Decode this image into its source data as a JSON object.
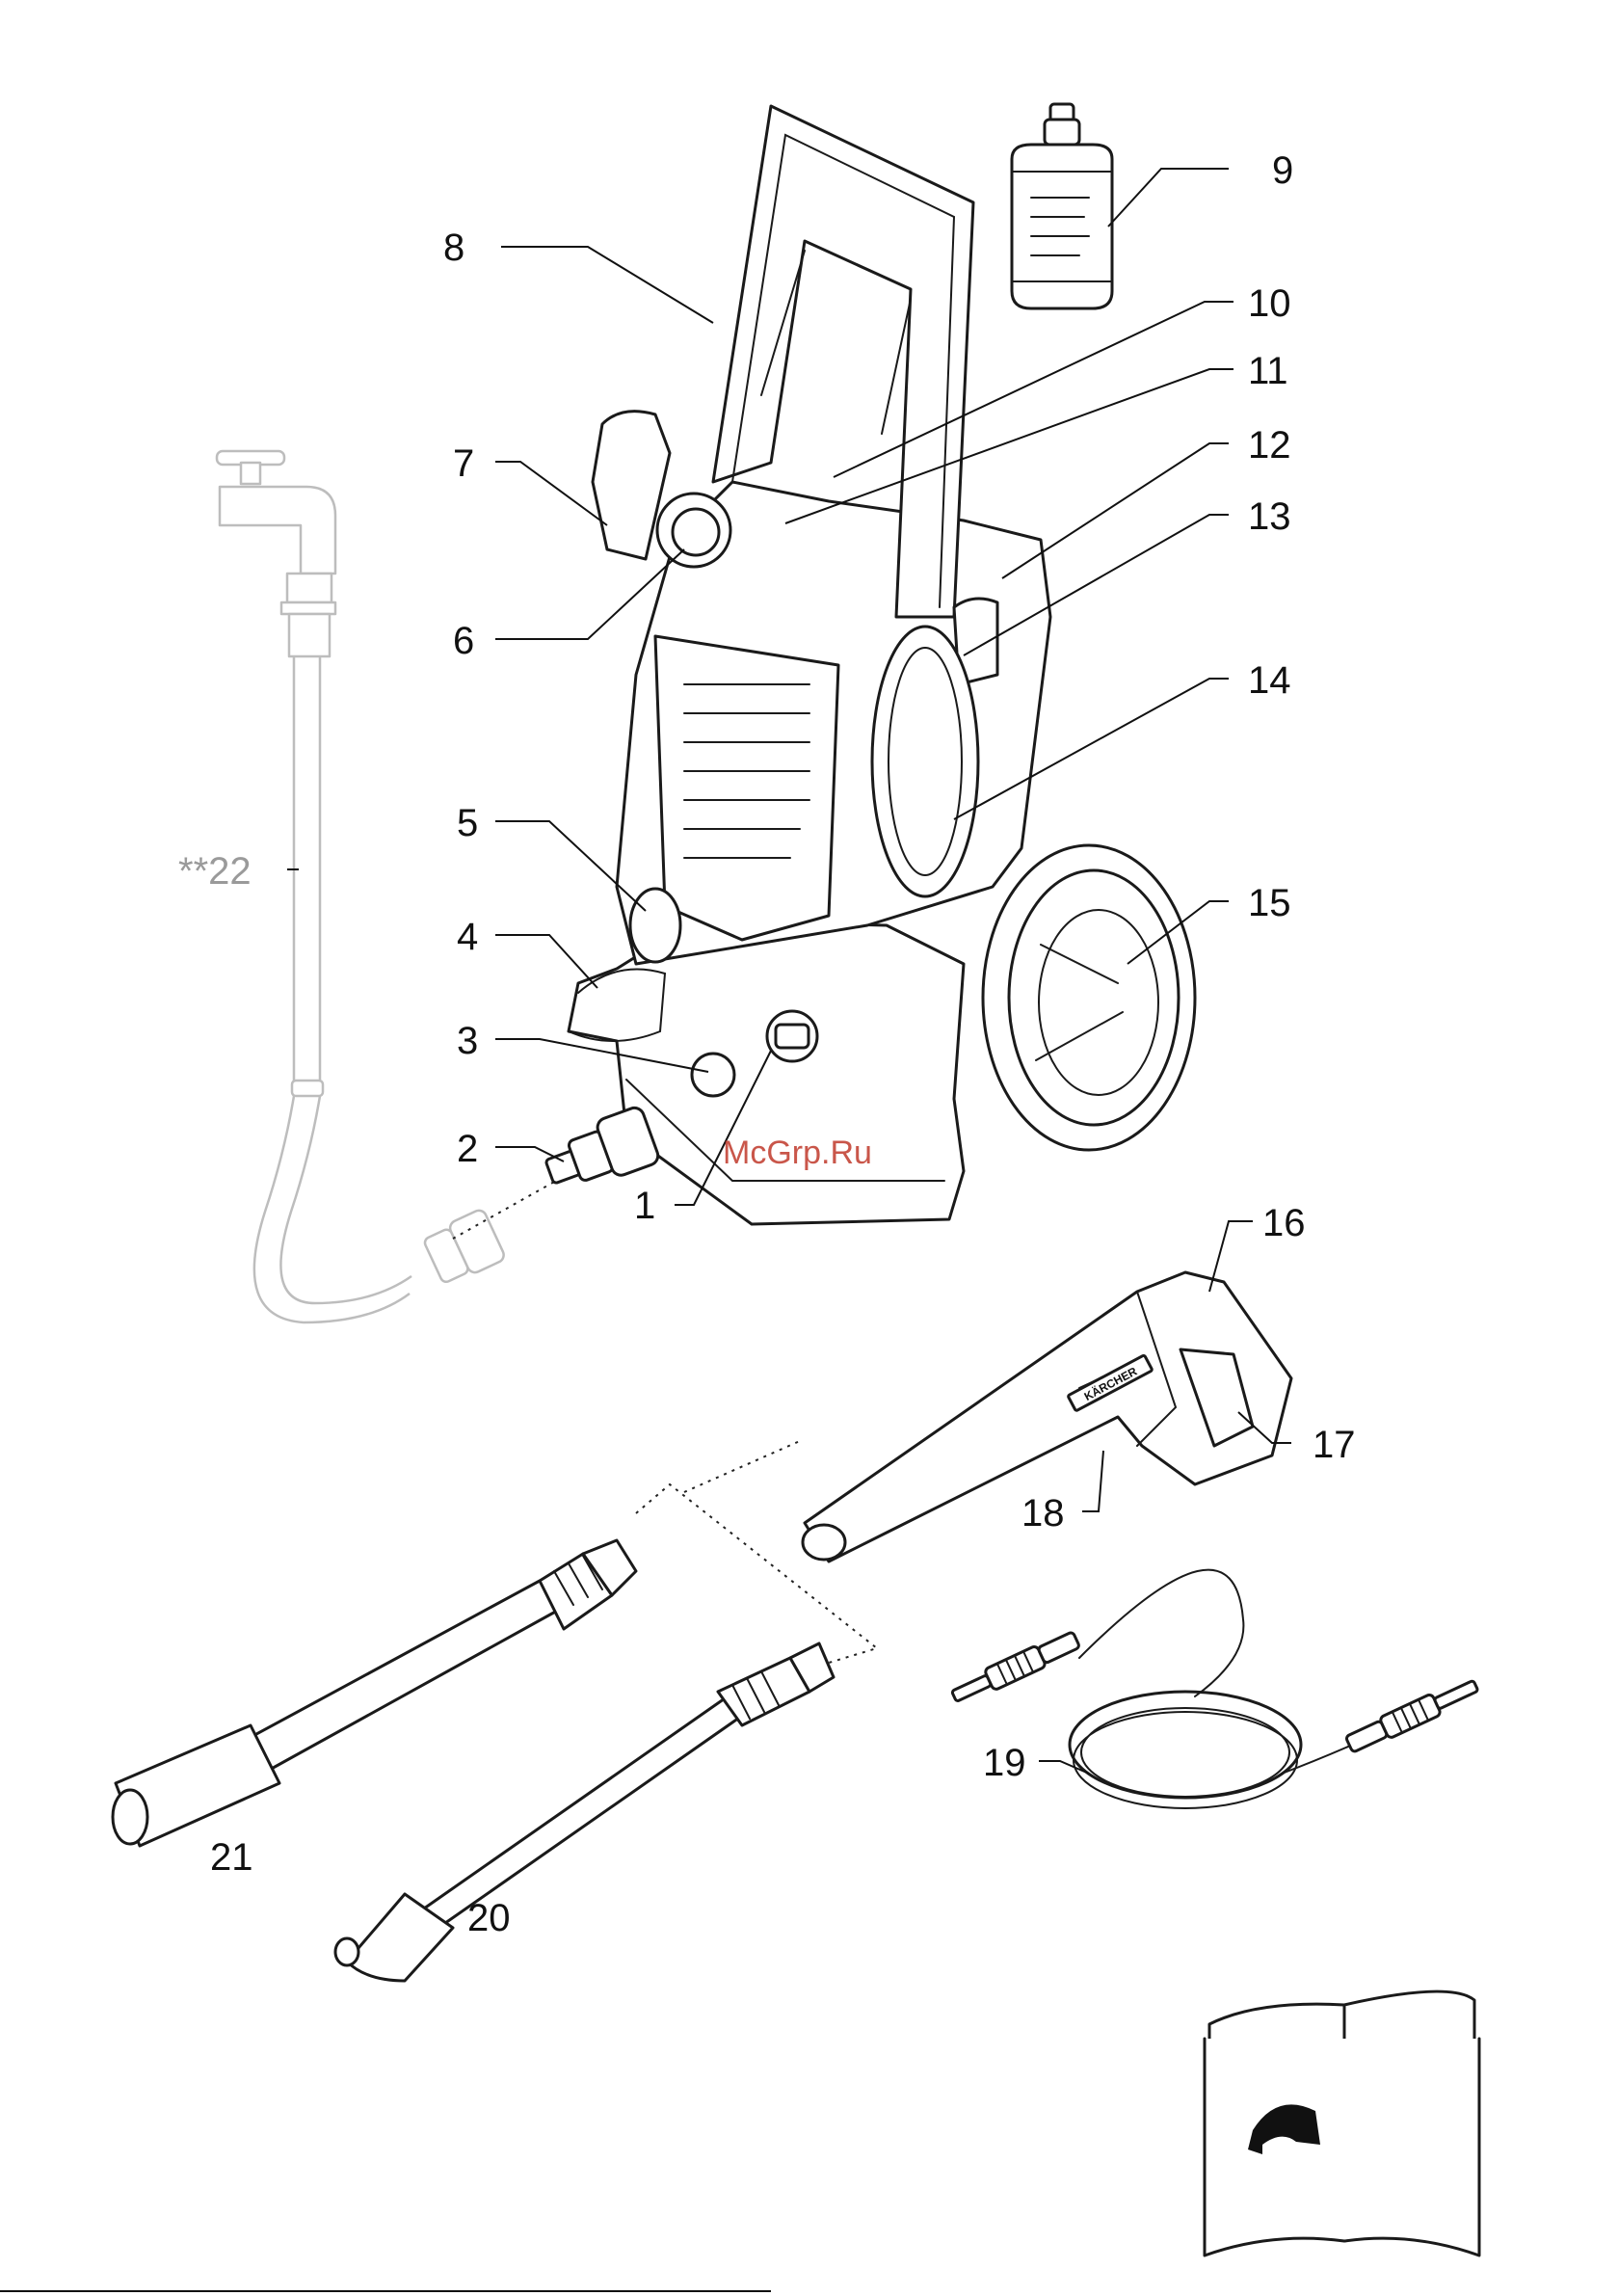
{
  "callouts": {
    "c1": "1",
    "c2": "2",
    "c3": "3",
    "c4": "4",
    "c5": "5",
    "c6": "6",
    "c7": "7",
    "c8": "8",
    "c9": "9",
    "c10": "10",
    "c11": "11",
    "c12": "12",
    "c13": "13",
    "c14": "14",
    "c15": "15",
    "c16": "16",
    "c17": "17",
    "c18": "18",
    "c19": "19",
    "c20": "20",
    "c21": "21",
    "c22": "**22"
  },
  "watermark": "McGrp.Ru",
  "gun_brand": "KÄRCHER",
  "icons": [
    "water-tap-icon",
    "detergent-bottle-icon",
    "manual-page-turn-icon"
  ]
}
